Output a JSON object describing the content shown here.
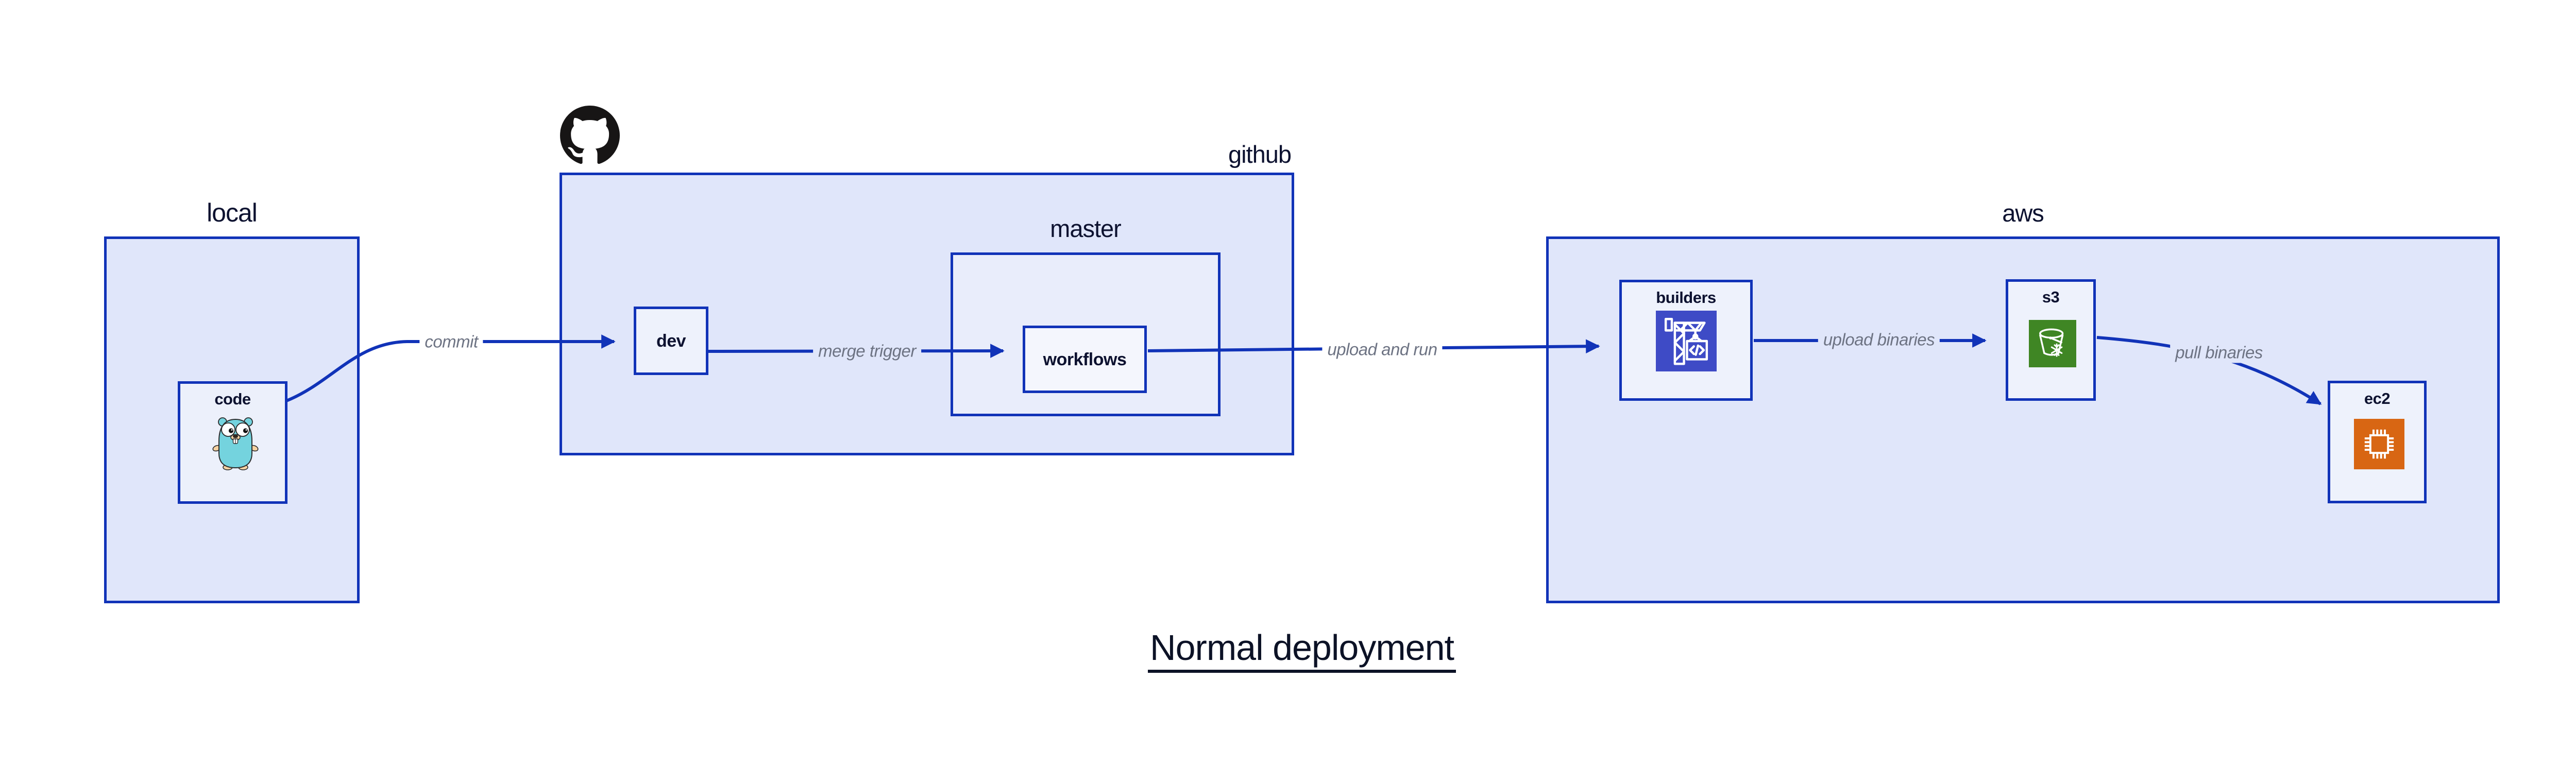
{
  "title": "Normal deployment",
  "clusters": {
    "local": {
      "label": "local"
    },
    "github": {
      "label": "github"
    },
    "master": {
      "label": "master"
    },
    "aws": {
      "label": "aws"
    }
  },
  "nodes": {
    "code": {
      "label": "code",
      "icon": "go-gopher"
    },
    "dev": {
      "label": "dev"
    },
    "workflows": {
      "label": "workflows"
    },
    "builders": {
      "label": "builders",
      "icon": "aws-codebuild-crane"
    },
    "s3": {
      "label": "s3",
      "icon": "aws-s3-glacier-bucket"
    },
    "ec2": {
      "label": "ec2",
      "icon": "aws-ec2-chip"
    }
  },
  "edges": [
    {
      "from": "code",
      "to": "dev",
      "label": "commit"
    },
    {
      "from": "dev",
      "to": "workflows",
      "label": "merge trigger"
    },
    {
      "from": "workflows",
      "to": "builders",
      "label": "upload and run"
    },
    {
      "from": "builders",
      "to": "s3",
      "label": "upload binaries"
    },
    {
      "from": "s3",
      "to": "ec2",
      "label": "pull binaries"
    }
  ],
  "colors": {
    "accent_blue": "#1133b8",
    "cluster_fill": "#e0e6fa",
    "nested_cluster_fill": "#e9edfb",
    "node_fill": "#eef2fc",
    "label_dark": "#0d1230",
    "edge_label_gray": "#6d7383",
    "codebuild_indigo": "#3e4bc6",
    "s3_green": "#3f8624",
    "ec2_orange": "#d86613",
    "octocat_black": "#171515",
    "gopher_teal": "#74d3de"
  }
}
